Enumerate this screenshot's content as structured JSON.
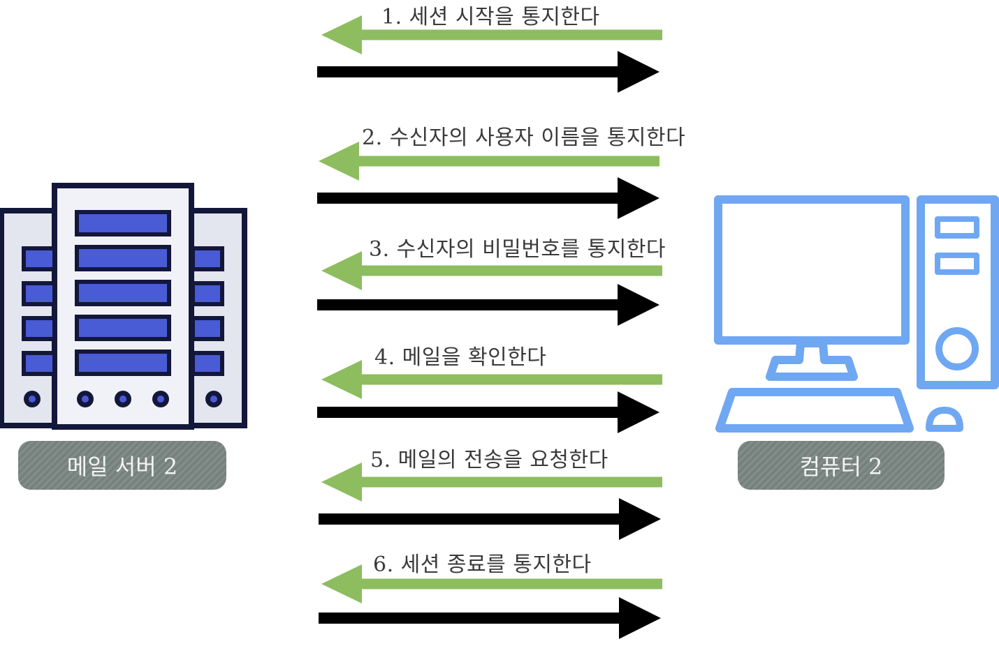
{
  "steps": [
    {
      "number": 1,
      "label": "1. 세션 시작을 통지한다"
    },
    {
      "number": 2,
      "label": "2. 수신자의 사용자 이름을 통지한다"
    },
    {
      "number": 3,
      "label": "3. 수신자의 비밀번호를 통지한다"
    },
    {
      "number": 4,
      "label": "4. 메일을 확인한다"
    },
    {
      "number": 5,
      "label": "5. 메일의 전송을 요청한다"
    },
    {
      "number": 6,
      "label": "6. 세션 종료를 통지한다"
    }
  ],
  "server": {
    "label": "메일 서버 2",
    "icon": "server-icon"
  },
  "computer": {
    "label": "컴퓨터 2",
    "icon": "desktop-computer-icon"
  },
  "colors": {
    "request_arrow": "#8dbd5f",
    "response_arrow": "#000000",
    "server_outline": "#13173a",
    "server_slot": "#4a5bd6",
    "computer": "#6fa7f2",
    "pill": "#7b8682"
  }
}
